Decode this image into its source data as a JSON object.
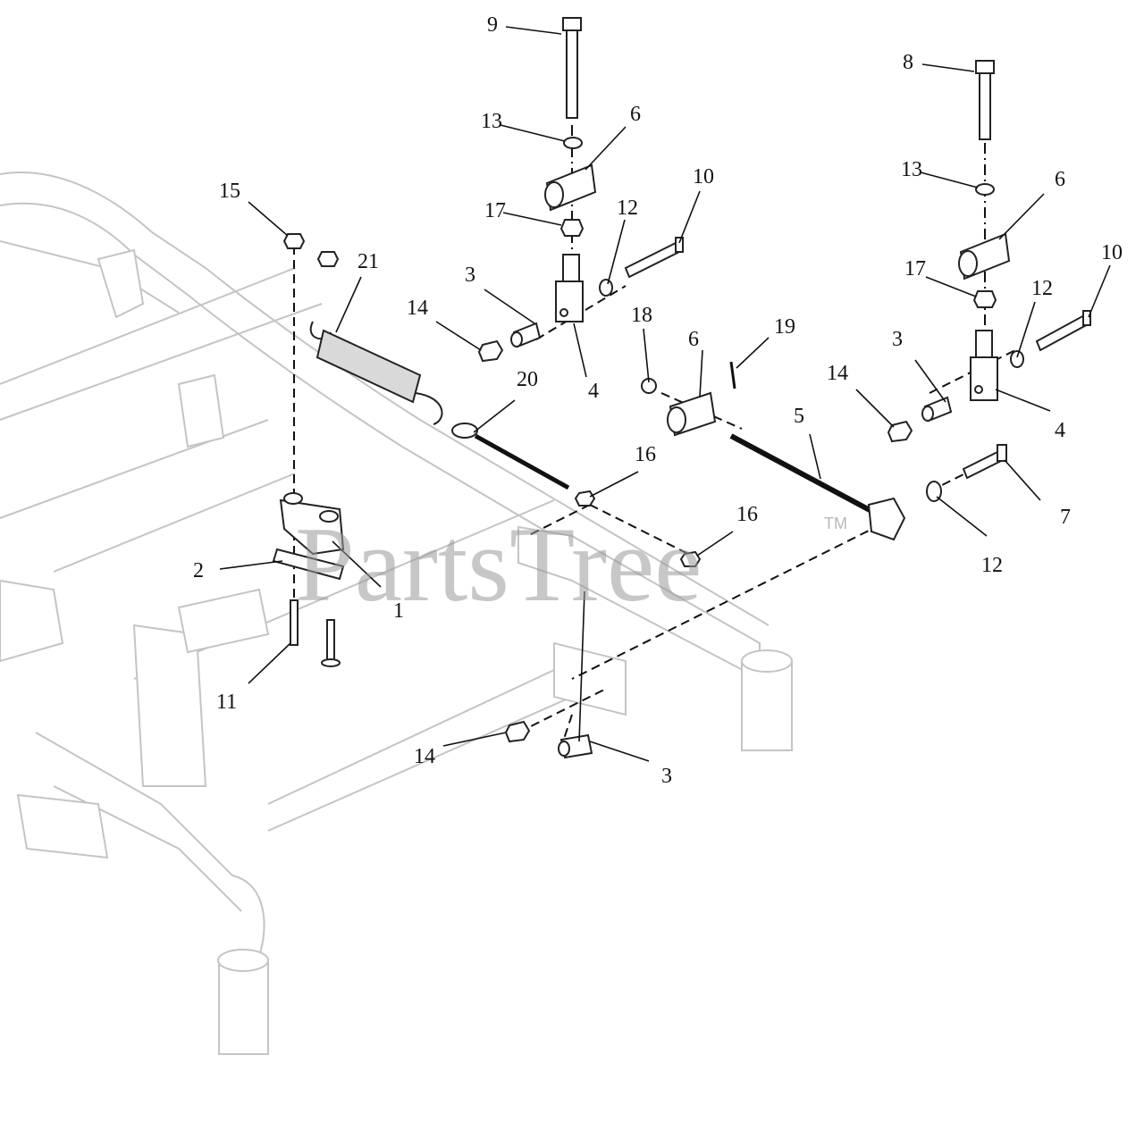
{
  "watermark": {
    "text": "PartsTree",
    "trademark": "TM"
  },
  "callouts": {
    "c1": "1",
    "c2": "2",
    "c3a": "3",
    "c3b": "3",
    "c3c": "3",
    "c4a": "4",
    "c4b": "4",
    "c5": "5",
    "c6a": "6",
    "c6b": "6",
    "c6c": "6",
    "c7": "7",
    "c8": "8",
    "c9": "9",
    "c10a": "10",
    "c10b": "10",
    "c11": "11",
    "c12a": "12",
    "c12b": "12",
    "c12c": "12",
    "c13a": "13",
    "c13b": "13",
    "c14a": "14",
    "c14b": "14",
    "c14c": "14",
    "c15": "15",
    "c16a": "16",
    "c16b": "16",
    "c17a": "17",
    "c17b": "17",
    "c18": "18",
    "c19": "19",
    "c20": "20",
    "c21": "21"
  }
}
